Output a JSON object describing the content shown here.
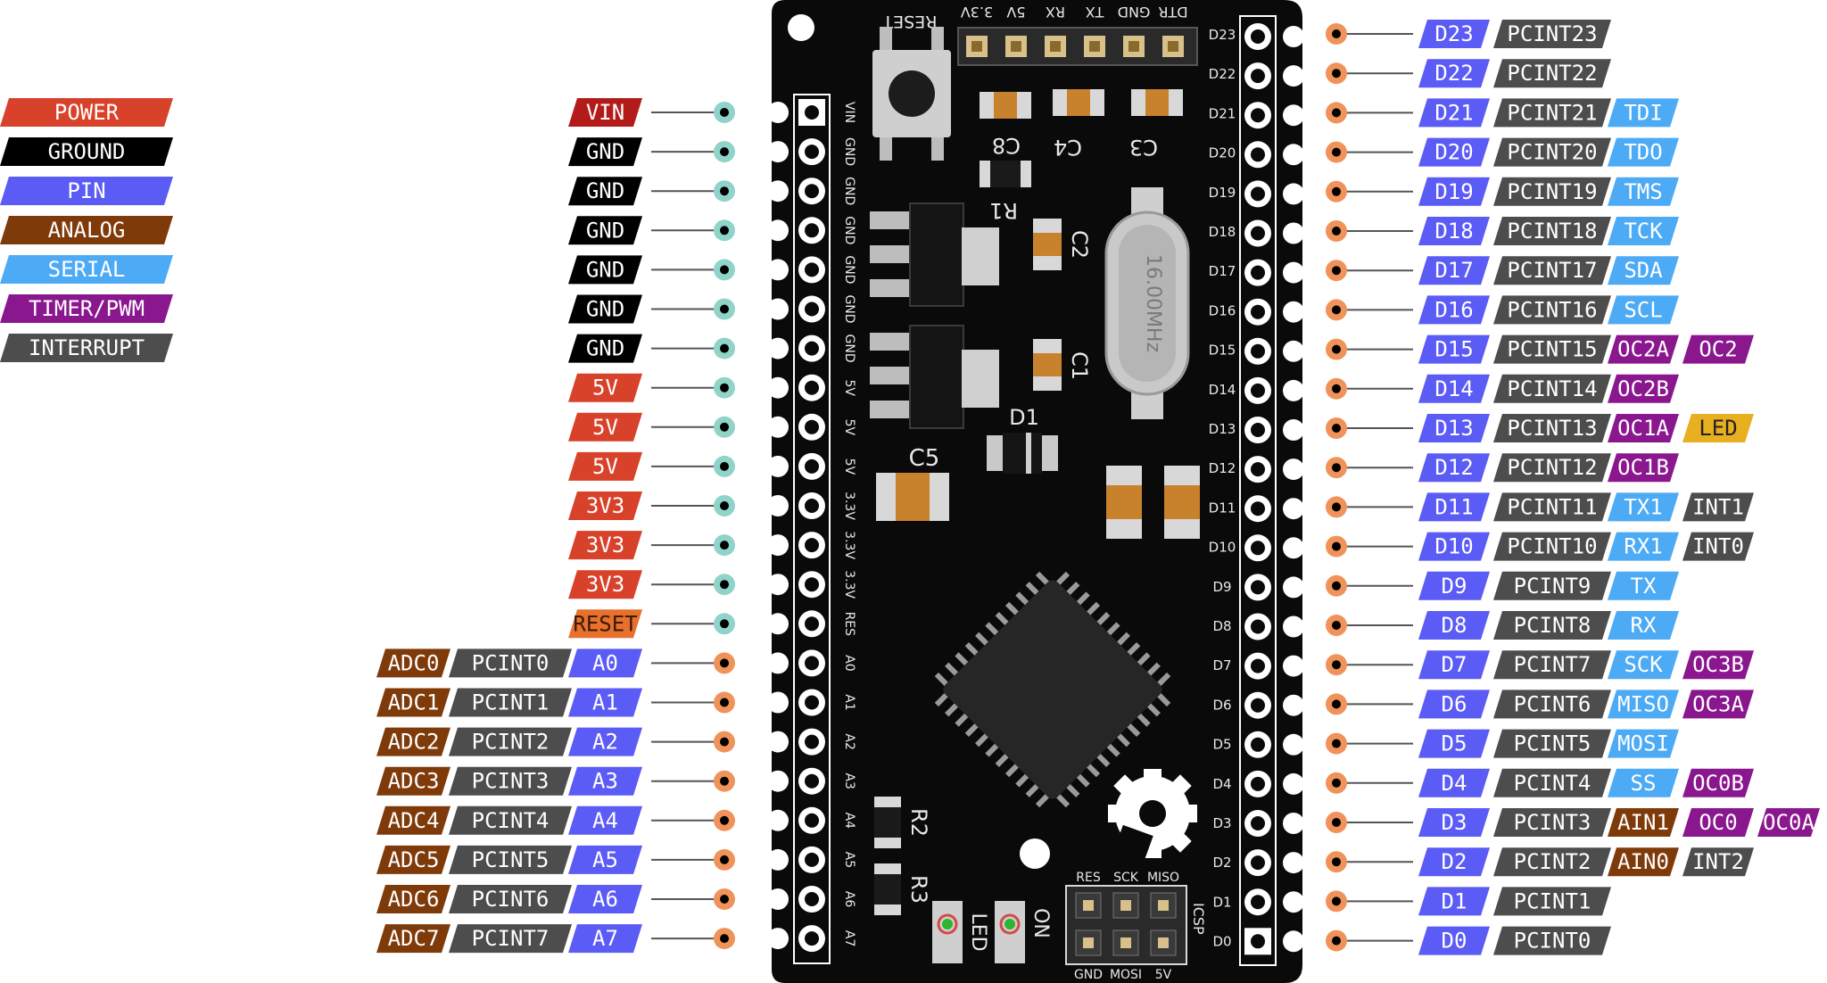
{
  "colors": {
    "power": "#d8412a",
    "vin": "#b31b1b",
    "ground": "#000000",
    "pin": "#5b5bf5",
    "analog": "#7f3a0a",
    "serial": "#4daaf5",
    "timer": "#8a178e",
    "interrupt": "#4d4d4d",
    "reset": "#e8702d",
    "led": "#e8b020",
    "board": "#0a0a0a",
    "dot_power": "#8fd3c9",
    "dot_io": "#f0935a"
  },
  "legend": [
    {
      "label": "POWER",
      "kind": "power"
    },
    {
      "label": "GROUND",
      "kind": "ground"
    },
    {
      "label": "PIN",
      "kind": "pin"
    },
    {
      "label": "ANALOG",
      "kind": "analog"
    },
    {
      "label": "SERIAL",
      "kind": "serial"
    },
    {
      "label": "TIMER/PWM",
      "kind": "timer"
    },
    {
      "label": "INTERRUPT",
      "kind": "interrupt"
    }
  ],
  "left_power": [
    {
      "label": "VIN",
      "kind": "vin",
      "silk": "VIN"
    },
    {
      "label": "GND",
      "kind": "ground",
      "silk": "GND"
    },
    {
      "label": "GND",
      "kind": "ground",
      "silk": "GND"
    },
    {
      "label": "GND",
      "kind": "ground",
      "silk": "GND"
    },
    {
      "label": "GND",
      "kind": "ground",
      "silk": "GND"
    },
    {
      "label": "GND",
      "kind": "ground",
      "silk": "GND"
    },
    {
      "label": "GND",
      "kind": "ground",
      "silk": "GND"
    },
    {
      "label": "5V",
      "kind": "power",
      "silk": "5V"
    },
    {
      "label": "5V",
      "kind": "power",
      "silk": "5V"
    },
    {
      "label": "5V",
      "kind": "power",
      "silk": "5V"
    },
    {
      "label": "3V3",
      "kind": "power",
      "silk": "3.3V"
    },
    {
      "label": "3V3",
      "kind": "power",
      "silk": "3.3V"
    },
    {
      "label": "3V3",
      "kind": "power",
      "silk": "3.3V"
    },
    {
      "label": "RESET",
      "kind": "reset",
      "silk": "RES"
    }
  ],
  "left_analog": [
    {
      "tags": [
        {
          "label": "ADC0",
          "kind": "analog"
        },
        {
          "label": "PCINT0",
          "kind": "interrupt"
        },
        {
          "label": "A0",
          "kind": "pin"
        }
      ],
      "silk": "A0"
    },
    {
      "tags": [
        {
          "label": "ADC1",
          "kind": "analog"
        },
        {
          "label": "PCINT1",
          "kind": "interrupt"
        },
        {
          "label": "A1",
          "kind": "pin"
        }
      ],
      "silk": "A1"
    },
    {
      "tags": [
        {
          "label": "ADC2",
          "kind": "analog"
        },
        {
          "label": "PCINT2",
          "kind": "interrupt"
        },
        {
          "label": "A2",
          "kind": "pin"
        }
      ],
      "silk": "A2"
    },
    {
      "tags": [
        {
          "label": "ADC3",
          "kind": "analog"
        },
        {
          "label": "PCINT3",
          "kind": "interrupt"
        },
        {
          "label": "A3",
          "kind": "pin"
        }
      ],
      "silk": "A3"
    },
    {
      "tags": [
        {
          "label": "ADC4",
          "kind": "analog"
        },
        {
          "label": "PCINT4",
          "kind": "interrupt"
        },
        {
          "label": "A4",
          "kind": "pin"
        }
      ],
      "silk": "A4"
    },
    {
      "tags": [
        {
          "label": "ADC5",
          "kind": "analog"
        },
        {
          "label": "PCINT5",
          "kind": "interrupt"
        },
        {
          "label": "A5",
          "kind": "pin"
        }
      ],
      "silk": "A5"
    },
    {
      "tags": [
        {
          "label": "ADC6",
          "kind": "analog"
        },
        {
          "label": "PCINT6",
          "kind": "interrupt"
        },
        {
          "label": "A6",
          "kind": "pin"
        }
      ],
      "silk": "A6"
    },
    {
      "tags": [
        {
          "label": "ADC7",
          "kind": "analog"
        },
        {
          "label": "PCINT7",
          "kind": "interrupt"
        },
        {
          "label": "A7",
          "kind": "pin"
        }
      ],
      "silk": "A7"
    }
  ],
  "right_pins": [
    {
      "silk": "D23",
      "tags": [
        {
          "label": "D23",
          "kind": "pin"
        },
        {
          "label": "PCINT23",
          "kind": "interrupt"
        }
      ]
    },
    {
      "silk": "D22",
      "tags": [
        {
          "label": "D22",
          "kind": "pin"
        },
        {
          "label": "PCINT22",
          "kind": "interrupt"
        }
      ]
    },
    {
      "silk": "D21",
      "tags": [
        {
          "label": "D21",
          "kind": "pin"
        },
        {
          "label": "PCINT21",
          "kind": "interrupt"
        },
        {
          "label": "TDI",
          "kind": "serial"
        }
      ]
    },
    {
      "silk": "D20",
      "tags": [
        {
          "label": "D20",
          "kind": "pin"
        },
        {
          "label": "PCINT20",
          "kind": "interrupt"
        },
        {
          "label": "TDO",
          "kind": "serial"
        }
      ]
    },
    {
      "silk": "D19",
      "tags": [
        {
          "label": "D19",
          "kind": "pin"
        },
        {
          "label": "PCINT19",
          "kind": "interrupt"
        },
        {
          "label": "TMS",
          "kind": "serial"
        }
      ]
    },
    {
      "silk": "D18",
      "tags": [
        {
          "label": "D18",
          "kind": "pin"
        },
        {
          "label": "PCINT18",
          "kind": "interrupt"
        },
        {
          "label": "TCK",
          "kind": "serial"
        }
      ]
    },
    {
      "silk": "D17",
      "tags": [
        {
          "label": "D17",
          "kind": "pin"
        },
        {
          "label": "PCINT17",
          "kind": "interrupt"
        },
        {
          "label": "SDA",
          "kind": "serial"
        }
      ]
    },
    {
      "silk": "D16",
      "tags": [
        {
          "label": "D16",
          "kind": "pin"
        },
        {
          "label": "PCINT16",
          "kind": "interrupt"
        },
        {
          "label": "SCL",
          "kind": "serial"
        }
      ]
    },
    {
      "silk": "D15",
      "tags": [
        {
          "label": "D15",
          "kind": "pin"
        },
        {
          "label": "PCINT15",
          "kind": "interrupt"
        },
        {
          "label": "OC2A",
          "kind": "timer"
        },
        {
          "label": "OC2",
          "kind": "timer"
        }
      ]
    },
    {
      "silk": "D14",
      "tags": [
        {
          "label": "D14",
          "kind": "pin"
        },
        {
          "label": "PCINT14",
          "kind": "interrupt"
        },
        {
          "label": "OC2B",
          "kind": "timer"
        }
      ]
    },
    {
      "silk": "D13",
      "tags": [
        {
          "label": "D13",
          "kind": "pin"
        },
        {
          "label": "PCINT13",
          "kind": "interrupt"
        },
        {
          "label": "OC1A",
          "kind": "timer"
        },
        {
          "label": "LED",
          "kind": "led"
        }
      ]
    },
    {
      "silk": "D12",
      "tags": [
        {
          "label": "D12",
          "kind": "pin"
        },
        {
          "label": "PCINT12",
          "kind": "interrupt"
        },
        {
          "label": "OC1B",
          "kind": "timer"
        }
      ]
    },
    {
      "silk": "D11",
      "tags": [
        {
          "label": "D11",
          "kind": "pin"
        },
        {
          "label": "PCINT11",
          "kind": "interrupt"
        },
        {
          "label": "TX1",
          "kind": "serial"
        },
        {
          "label": "INT1",
          "kind": "interrupt"
        }
      ]
    },
    {
      "silk": "D10",
      "tags": [
        {
          "label": "D10",
          "kind": "pin"
        },
        {
          "label": "PCINT10",
          "kind": "interrupt"
        },
        {
          "label": "RX1",
          "kind": "serial"
        },
        {
          "label": "INT0",
          "kind": "interrupt"
        }
      ]
    },
    {
      "silk": "D9",
      "tags": [
        {
          "label": "D9",
          "kind": "pin"
        },
        {
          "label": "PCINT9",
          "kind": "interrupt"
        },
        {
          "label": "TX",
          "kind": "serial"
        }
      ]
    },
    {
      "silk": "D8",
      "tags": [
        {
          "label": "D8",
          "kind": "pin"
        },
        {
          "label": "PCINT8",
          "kind": "interrupt"
        },
        {
          "label": "RX",
          "kind": "serial"
        }
      ]
    },
    {
      "silk": "D7",
      "tags": [
        {
          "label": "D7",
          "kind": "pin"
        },
        {
          "label": "PCINT7",
          "kind": "interrupt"
        },
        {
          "label": "SCK",
          "kind": "serial"
        },
        {
          "label": "OC3B",
          "kind": "timer"
        }
      ]
    },
    {
      "silk": "D6",
      "tags": [
        {
          "label": "D6",
          "kind": "pin"
        },
        {
          "label": "PCINT6",
          "kind": "interrupt"
        },
        {
          "label": "MISO",
          "kind": "serial"
        },
        {
          "label": "OC3A",
          "kind": "timer"
        }
      ]
    },
    {
      "silk": "D5",
      "tags": [
        {
          "label": "D5",
          "kind": "pin"
        },
        {
          "label": "PCINT5",
          "kind": "interrupt"
        },
        {
          "label": "MOSI",
          "kind": "serial"
        }
      ]
    },
    {
      "silk": "D4",
      "tags": [
        {
          "label": "D4",
          "kind": "pin"
        },
        {
          "label": "PCINT4",
          "kind": "interrupt"
        },
        {
          "label": "SS",
          "kind": "serial"
        },
        {
          "label": "OC0B",
          "kind": "timer"
        }
      ]
    },
    {
      "silk": "D3",
      "tags": [
        {
          "label": "D3",
          "kind": "pin"
        },
        {
          "label": "PCINT3",
          "kind": "interrupt"
        },
        {
          "label": "AIN1",
          "kind": "analog"
        },
        {
          "label": "OC0",
          "kind": "timer"
        },
        {
          "label": "OC0A",
          "kind": "timer"
        }
      ]
    },
    {
      "silk": "D2",
      "tags": [
        {
          "label": "D2",
          "kind": "pin"
        },
        {
          "label": "PCINT2",
          "kind": "interrupt"
        },
        {
          "label": "AIN0",
          "kind": "analog"
        },
        {
          "label": "INT2",
          "kind": "interrupt"
        }
      ]
    },
    {
      "silk": "D1",
      "tags": [
        {
          "label": "D1",
          "kind": "pin"
        },
        {
          "label": "PCINT1",
          "kind": "interrupt"
        }
      ]
    },
    {
      "silk": "D0",
      "tags": [
        {
          "label": "D0",
          "kind": "pin"
        },
        {
          "label": "PCINT0",
          "kind": "interrupt"
        }
      ]
    }
  ],
  "board": {
    "top_header": [
      "DTR",
      "GND",
      "TX",
      "RX",
      "5V",
      "3.3V"
    ],
    "reset_label": "RESET",
    "components": {
      "c8": "C8",
      "c4": "C4",
      "c3": "C3",
      "r1": "R1",
      "c2": "C2",
      "c1": "C1",
      "c5": "C5",
      "d1": "D1",
      "r2": "R2",
      "r3": "R3"
    },
    "crystal": "16.00MHz",
    "icsp_top": [
      "RES",
      "SCK",
      "MISO"
    ],
    "icsp_bottom": [
      "GND",
      "MOSI",
      "5V"
    ],
    "icsp_label": "ICSP",
    "led_label": "LED",
    "on_label": "ON"
  }
}
